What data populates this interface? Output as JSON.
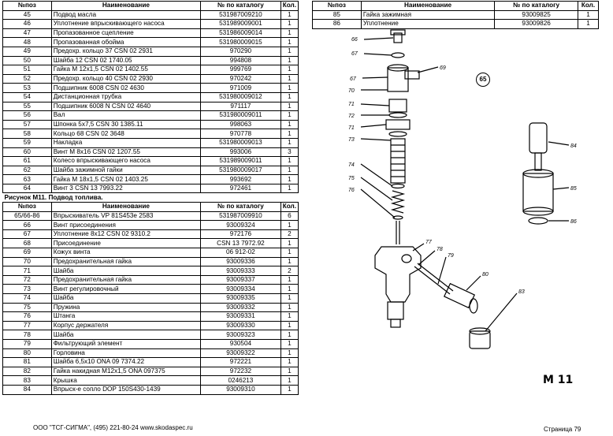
{
  "headers": {
    "num": "№поз",
    "name": "Наименование",
    "catalog": "№ по каталогу",
    "qty": "Кол."
  },
  "left_rows_a": [
    [
      "45",
      "Подвод масла",
      "531987009210",
      "1"
    ],
    [
      "46",
      "Уплотнение впрыскивающего насоса",
      "531989009001",
      "1"
    ],
    [
      "47",
      "Пропазованное сцепление",
      "531986009014",
      "1"
    ],
    [
      "48",
      "Пропазованная обойма",
      "531980009015",
      "1"
    ],
    [
      "49",
      "Предохр. кольцо 37  CSN 02 2931",
      "970290",
      "1"
    ],
    [
      "50",
      "Шайба 12  CSN 02 1740.05",
      "994808",
      "1"
    ],
    [
      "51",
      "Гайка M 12x1,5  CSN 02 1402.55",
      "999769",
      "1"
    ],
    [
      "52",
      "Предохр. кольцо 40  CSN 02 2930",
      "970242",
      "1"
    ],
    [
      "53",
      "Подшипник 6008 CSN 02 4630",
      "971009",
      "1"
    ],
    [
      "54",
      "Дистанционная трубка",
      "531980009012",
      "1"
    ],
    [
      "55",
      "Подшипник  6008 N  CSN 02 4640",
      "971117",
      "1"
    ],
    [
      "56",
      "Вал",
      "531980009011",
      "1"
    ],
    [
      "57",
      "Шпонка  5x7,5  CSN 30 1385.11",
      "998063",
      "1"
    ],
    [
      "58",
      "Кольцо  68  CSN 02 3648",
      "970778",
      "1"
    ],
    [
      "59",
      "Накладка",
      "531980009013",
      "1"
    ],
    [
      "60",
      "Винт M 8x16  CSN 02 1207.55",
      "993006",
      "3"
    ],
    [
      "61",
      "Колесо впрыскивающего насоса",
      "531989009011",
      "1"
    ],
    [
      "62",
      "Шайба зажимной гайки",
      "531980009017",
      "1"
    ],
    [
      "63",
      "Гайка M 18x1,5  CSN 02 1403.25",
      "993692",
      "1"
    ],
    [
      "64",
      "Винт 3  CSN 13 7993.22",
      "972461",
      "1"
    ]
  ],
  "section_title": "Рисунок M11.  Подвод топлива.",
  "left_rows_b": [
    [
      "65/66-86",
      "Впрыскиватель VP  81S453e  2583",
      "531987009910",
      "6"
    ],
    [
      "66",
      "Винт присоединения",
      "93009324",
      "1"
    ],
    [
      "67",
      "Уплотнение  8x12 CSN  02  9310.2",
      "972176",
      "2"
    ],
    [
      "68",
      "Присоединение",
      "CSN 13 7972.92",
      "1"
    ],
    [
      "69",
      "Кожух винта",
      "06  912-02",
      "1"
    ],
    [
      "70",
      "Предохранительная гайка",
      "93009336",
      "1"
    ],
    [
      "71",
      "Шайба",
      "93009333",
      "2"
    ],
    [
      "72",
      "Предохранительная гайка",
      "93009337",
      "1"
    ],
    [
      "73",
      "Винт регулировочный",
      "93009334",
      "1"
    ],
    [
      "74",
      "Шайба",
      "93009335",
      "1"
    ],
    [
      "75",
      "Пружина",
      "93009332",
      "1"
    ],
    [
      "76",
      "Штанга",
      "93009331",
      "1"
    ],
    [
      "77",
      "Корпус держателя",
      "93009330",
      "1"
    ],
    [
      "78",
      "Шайба",
      "93009323",
      "1"
    ],
    [
      "79",
      "Фильтрующий элемент",
      "930504",
      "1"
    ],
    [
      "80",
      "Горловина",
      "93009322",
      "1"
    ],
    [
      "81",
      "Шайба 6,5x10  ONA 09 7374.22",
      "972221",
      "1"
    ],
    [
      "82",
      "Гайка накидная M12x1,5  ONA 097375",
      "972232",
      "1"
    ],
    [
      "83",
      "Крышка",
      "0246213",
      "1"
    ],
    [
      "84",
      "Впрыск-е сопло DOP 150S430-1439",
      "93009310",
      "1"
    ]
  ],
  "right_rows": [
    [
      "85",
      "Гайка зажимная",
      "93009825",
      "1"
    ],
    [
      "86",
      "Уплотнение",
      "93009826",
      "1"
    ]
  ],
  "figure": {
    "badge": "65",
    "mark": "M 11",
    "callouts": [
      "66",
      "67",
      "69",
      "67",
      "70",
      "71",
      "72",
      "71",
      "73",
      "74",
      "75",
      "76",
      "77",
      "78",
      "79",
      "80",
      "83",
      "84",
      "85",
      "86"
    ]
  },
  "footer": {
    "company": "ООО \"ТСГ-СИГМА\", (495) 221-80-24 www.skodaspec.ru",
    "page": "Страница 79"
  }
}
